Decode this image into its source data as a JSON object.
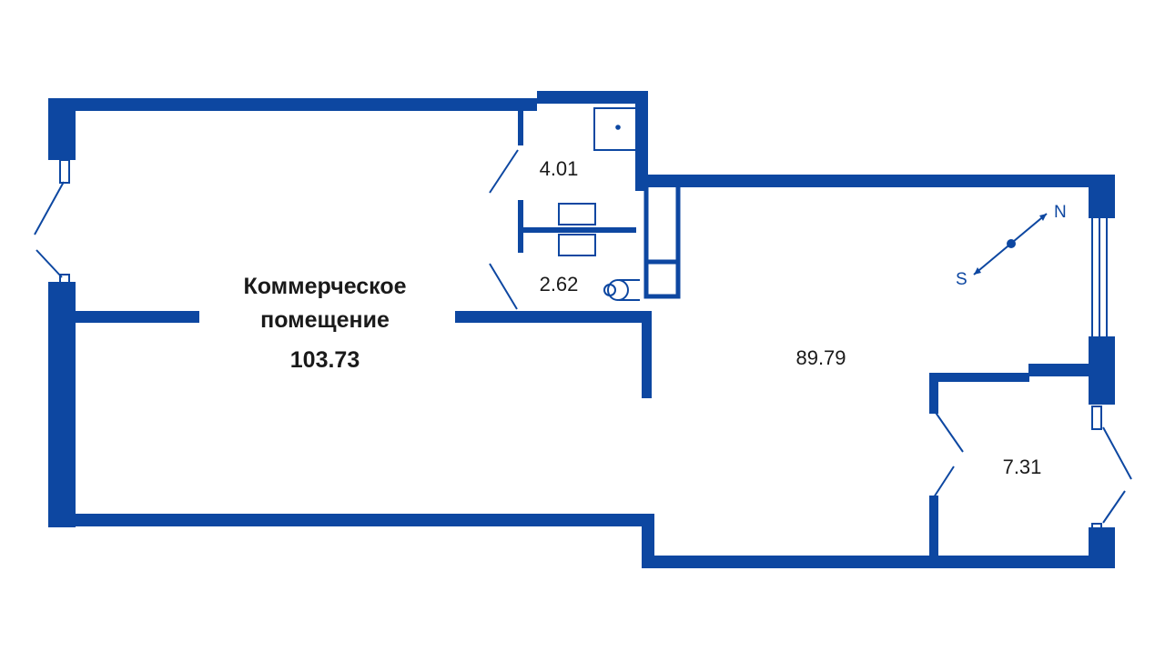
{
  "plan": {
    "title_line1": "Коммерческое",
    "title_line2": "помещение",
    "total_area": "103.73",
    "rooms": [
      {
        "id": "bath-small",
        "area": "4.01"
      },
      {
        "id": "wc",
        "area": "2.62"
      },
      {
        "id": "main-hall",
        "area": "89.79"
      },
      {
        "id": "side-room",
        "area": "7.31"
      }
    ],
    "compass": {
      "north": "N",
      "south": "S"
    }
  },
  "colors": {
    "wall": "#0d47a1",
    "text": "#1a1a1a"
  }
}
